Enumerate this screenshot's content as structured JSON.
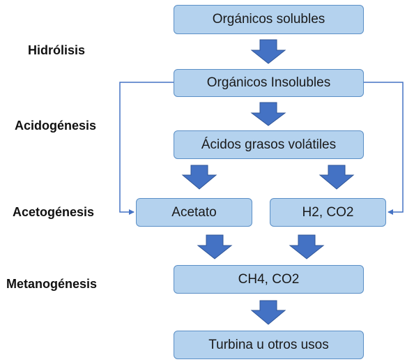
{
  "stages": {
    "hidrolisis": "Hidrólisis",
    "acidogenesis": "Acidogénesis",
    "acetogenesis": "Acetogénesis",
    "metanogenesis": "Metanogénesis"
  },
  "boxes": {
    "organicos_solubles": "Orgánicos solubles",
    "organicos_insolubles": "Orgánicos Insolubles",
    "acidos_grasos": "Ácidos grasos volátiles",
    "acetato": "Acetato",
    "h2_co2": "H2, CO2",
    "ch4_co2": "CH4, CO2",
    "turbina": "Turbina u otros usos"
  },
  "colors": {
    "box_fill": "#b4d2ee",
    "box_border": "#5b8fc6",
    "arrow_fill": "#4472c4",
    "connector": "#4472c4"
  }
}
